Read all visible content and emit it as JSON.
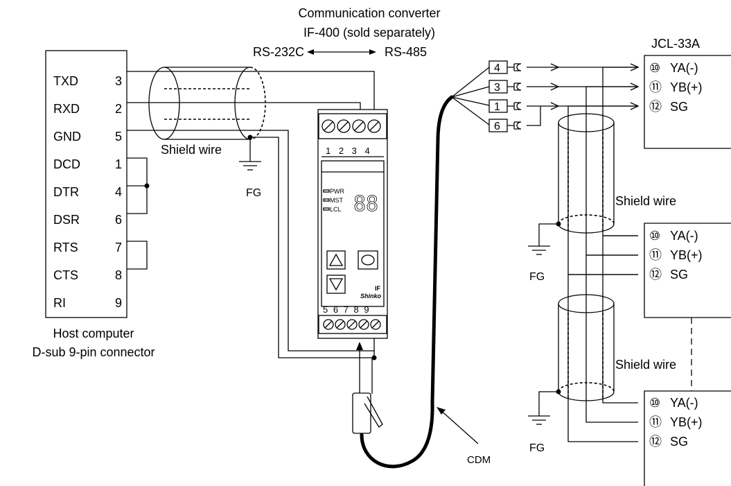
{
  "top_labels": {
    "converter_title": "Communication converter",
    "converter_model": "IF-400 (sold separately)",
    "rs232": "RS-232C",
    "rs485": "RS-485"
  },
  "host": {
    "caption_1": "Host computer",
    "caption_2": "D-sub 9-pin connector",
    "pins": [
      {
        "name": "TXD",
        "num": "3"
      },
      {
        "name": "RXD",
        "num": "2"
      },
      {
        "name": "GND",
        "num": "5"
      },
      {
        "name": "DCD",
        "num": "1"
      },
      {
        "name": "DTR",
        "num": "4"
      },
      {
        "name": "DSR",
        "num": "6"
      },
      {
        "name": "RTS",
        "num": "7"
      },
      {
        "name": "CTS",
        "num": "8"
      },
      {
        "name": "RI",
        "num": "9"
      }
    ]
  },
  "labels": {
    "shield_wire": "Shield wire",
    "fg": "FG",
    "cdm": "CDM"
  },
  "converter": {
    "top_terminals": "1 2 3 4",
    "leds": [
      "PWR",
      "MST",
      "LCL"
    ],
    "display": "88",
    "brand_1": "IF",
    "brand_2": "Shinko",
    "bottom_terminals": "5 6 7 8 9"
  },
  "connector_pins": [
    "4",
    "3",
    "1",
    "6"
  ],
  "device": {
    "model": "JCL-33A",
    "terminals": [
      {
        "num": "⑩",
        "label": "YA(-)"
      },
      {
        "num": "⑪",
        "label": "YB(+)"
      },
      {
        "num": "⑫",
        "label": "SG"
      }
    ]
  }
}
